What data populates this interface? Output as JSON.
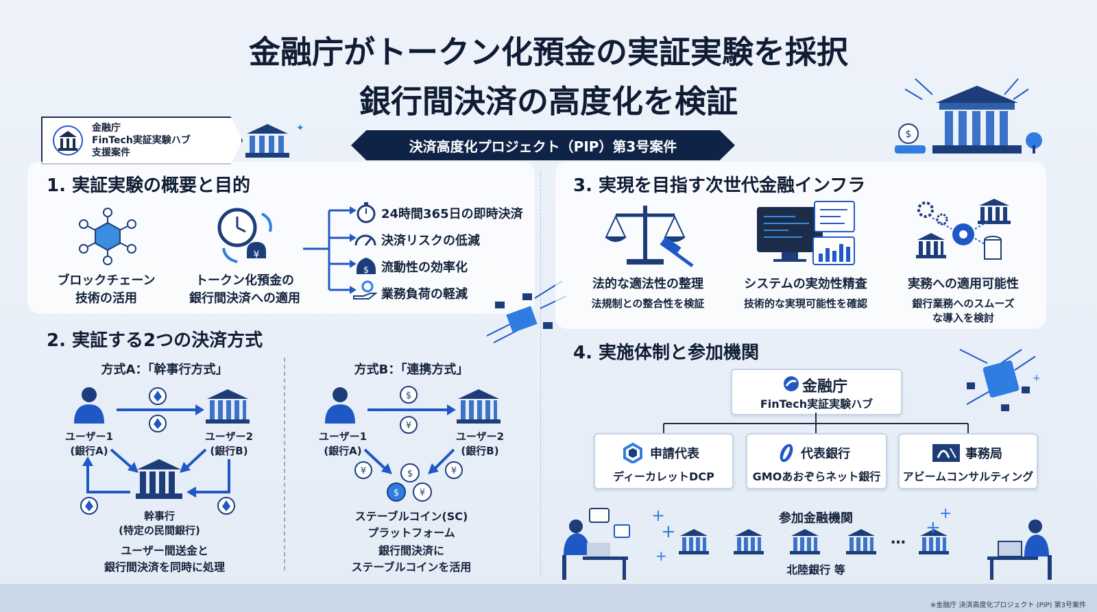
{
  "title": {
    "line1": "金融庁がトークン化預金の実証実験を採択",
    "line2": "銀行間決済の高度化を検証"
  },
  "badge": {
    "line1": "金融庁",
    "line2": "FinTech実証実験ハブ",
    "line3": "支援案件"
  },
  "ribbon": "決済高度化プロジェクト（PIP）第3号案件",
  "section1": {
    "heading": "1. 実証実験の概要と目的",
    "item_a": {
      "line1": "ブロックチェーン",
      "line2": "技術の活用"
    },
    "item_b": {
      "line1": "トークン化預金の",
      "line2": "銀行間決済への適用"
    },
    "benefits": [
      "24時間365日の即時決済",
      "決済リスクの低減",
      "流動性の効率化",
      "業務負荷の軽減"
    ]
  },
  "section2": {
    "heading": "2. 実証する2つの決済方式",
    "method_a": {
      "title": "方式A：「幹事行方式」",
      "user1": "ユーザー1",
      "user1_sub": "(銀行A)",
      "user2": "ユーザー2",
      "user2_sub": "(銀行B)",
      "center": "幹事行",
      "center_sub": "(特定の民間銀行)",
      "desc1": "ユーザー間送金と",
      "desc2": "銀行間決済を同時に処理"
    },
    "method_b": {
      "title": "方式B：「連携方式」",
      "user1": "ユーザー1",
      "user1_sub": "(銀行A)",
      "user2": "ユーザー2",
      "user2_sub": "(銀行B)",
      "center": "ステーブルコイン(SC)",
      "center_sub": "プラットフォーム",
      "desc1": "銀行間決済に",
      "desc2": "ステーブルコインを活用"
    }
  },
  "section3": {
    "heading": "3. 実現を目指す次世代金融インフラ",
    "cols": [
      {
        "title": "法的な適法性の整理",
        "sub1": "法規制との整合性を検証",
        "sub2": ""
      },
      {
        "title": "システムの実効性精査",
        "sub1": "技術的な実現可能性を確認",
        "sub2": ""
      },
      {
        "title": "実務への適用可能性",
        "sub1": "銀行業務へのスムーズ",
        "sub2": "な導入を検討"
      }
    ]
  },
  "section4": {
    "heading": "4. 実施体制と参加機関",
    "top": {
      "title": "金融庁",
      "sub": "FinTech実証実験ハブ"
    },
    "boxes": [
      {
        "title": "申請代表",
        "sub": "ディーカレットDCP"
      },
      {
        "title": "代表銀行",
        "sub": "GMOあおぞらネット銀行"
      },
      {
        "title": "事務局",
        "sub": "アビームコンサルティング"
      }
    ],
    "participants_label": "参加金融機関",
    "ellipsis": "…",
    "participants_example": "北陸銀行 等"
  },
  "footnote": "※金融庁 決済高度化プロジェクト (PIP) 第3号案件",
  "colors": {
    "navy": "#0f2347",
    "blue": "#1f58c4",
    "accent": "#2f7de1",
    "dark": "#1c2d4a"
  }
}
